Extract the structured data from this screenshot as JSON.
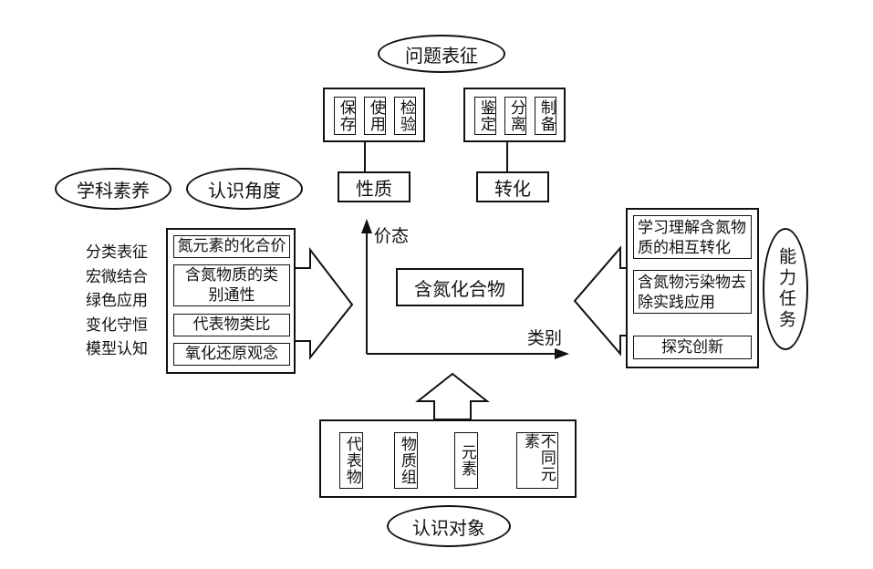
{
  "question": {
    "title": "问题表征",
    "groups": [
      {
        "items": [
          "保存",
          "使用",
          "检验"
        ],
        "label": "性质"
      },
      {
        "items": [
          "鉴定",
          "分离",
          "制备"
        ],
        "label": "转化"
      }
    ]
  },
  "literacy": {
    "title": "学科素养",
    "items": [
      "分类表征",
      "宏微结合",
      "绿色应用",
      "变化守恒",
      "模型认知"
    ]
  },
  "perspective": {
    "title": "认识角度",
    "items": [
      "氮元素的化合价",
      "含氮物质的类别通性",
      "代表物类比",
      "氧化还原观念"
    ]
  },
  "axis": {
    "y_label": "价态",
    "x_label": "类别"
  },
  "center": {
    "label": "含氮化合物"
  },
  "tasks": {
    "title": "能力任务",
    "items": [
      "学习理解含氮物质的相互转化",
      "含氮物污染物去除实践应用",
      "探究创新"
    ]
  },
  "objects": {
    "title": "认识对象",
    "items": [
      "代表物",
      "物质组",
      "元素",
      "不同元素"
    ]
  }
}
